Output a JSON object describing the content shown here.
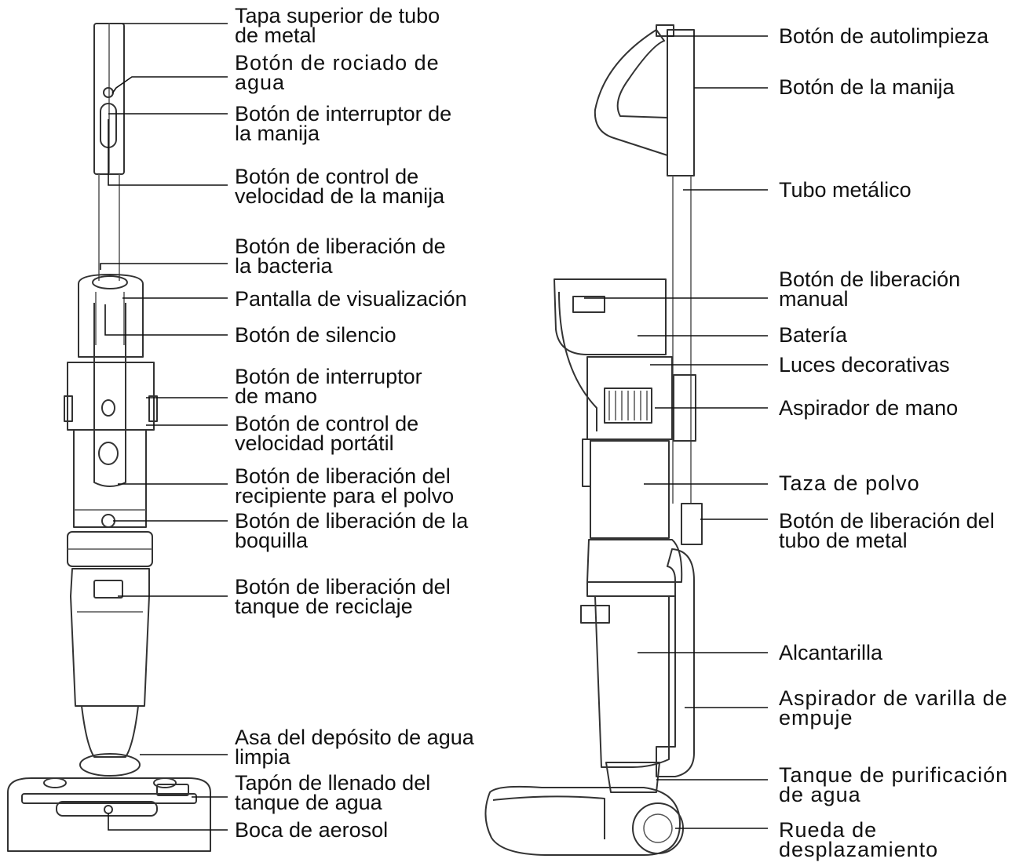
{
  "left_labels": [
    {
      "id": "tapa-superior",
      "text": "Tapa superior de tubo\nde metal"
    },
    {
      "id": "rociado",
      "text": "Botón de rociado de\nagua"
    },
    {
      "id": "interruptor-manija",
      "text": "Botón de interruptor de\nla manija"
    },
    {
      "id": "velocidad-manija",
      "text": "Botón de control de\nvelocidad de la manija"
    },
    {
      "id": "bacteria",
      "text": "Botón de liberación de\nla bacteria"
    },
    {
      "id": "pantalla",
      "text": "Pantalla de visualización"
    },
    {
      "id": "silencio",
      "text": "Botón de silencio"
    },
    {
      "id": "interruptor-mano",
      "text": "Botón de interruptor\nde mano"
    },
    {
      "id": "velocidad-portatil",
      "text": "Botón de control de\nvelocidad portátil"
    },
    {
      "id": "recipiente-polvo",
      "text": "Botón de liberación del\nrecipiente para el polvo"
    },
    {
      "id": "boquilla",
      "text": "Botón de liberación de la\nboquilla"
    },
    {
      "id": "tanque-reciclaje",
      "text": "Botón de liberación del\ntanque de reciclaje"
    },
    {
      "id": "asa-deposito",
      "text": "Asa del depósito de agua\nlimpia"
    },
    {
      "id": "tapon-llenado",
      "text": "Tapón de llenado del\ntanque de agua"
    },
    {
      "id": "boca-aerosol",
      "text": "Boca de aerosol"
    }
  ],
  "right_labels": [
    {
      "id": "autolimpieza",
      "text": "Botón de autolimpieza"
    },
    {
      "id": "boton-manija",
      "text": "Botón de la manija"
    },
    {
      "id": "tubo-metalico",
      "text": "Tubo metálico"
    },
    {
      "id": "liberacion-manual",
      "text": "Botón de liberación\nmanual"
    },
    {
      "id": "bateria",
      "text": "Batería"
    },
    {
      "id": "luces",
      "text": "Luces decorativas"
    },
    {
      "id": "aspirador-mano",
      "text": "Aspirador de mano"
    },
    {
      "id": "taza-polvo",
      "text": "Taza de polvo"
    },
    {
      "id": "liberacion-tubo",
      "text": "Botón de liberación del\ntubo de metal"
    },
    {
      "id": "alcantarilla",
      "text": "Alcantarilla"
    },
    {
      "id": "varilla-empuje",
      "text": "Aspirador de varilla de\nempuje"
    },
    {
      "id": "tanque-purificacion",
      "text": "Tanque de purificación\nde agua"
    },
    {
      "id": "rueda",
      "text": "Rueda de\ndesplazamiento"
    }
  ]
}
